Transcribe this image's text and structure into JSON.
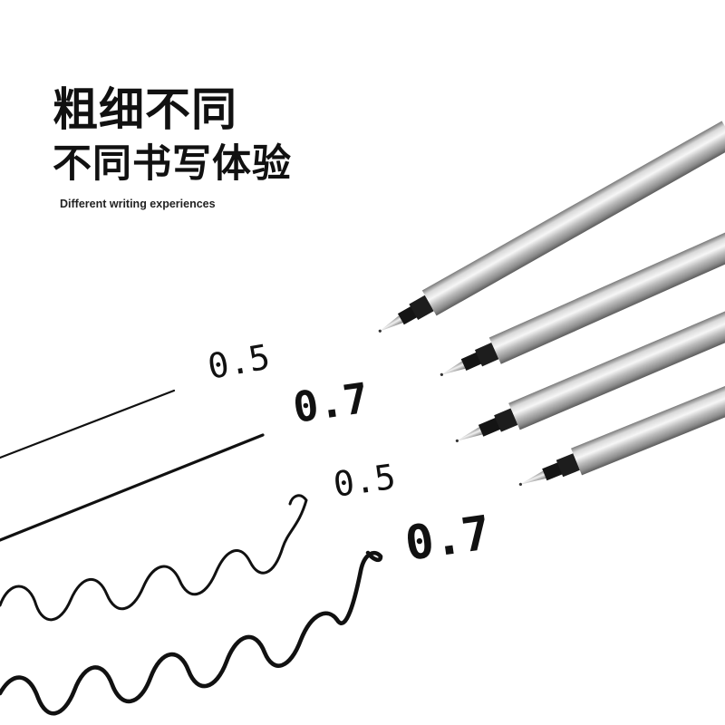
{
  "title": {
    "line1": "粗细不同",
    "line2": "不同书写体验",
    "subtitle": "Different writing experiences"
  },
  "samples": [
    {
      "label": "0.5",
      "stroke": "straight"
    },
    {
      "label": "0.7",
      "stroke": "straight"
    },
    {
      "label": "0.5",
      "stroke": "wavy"
    },
    {
      "label": "0.7",
      "stroke": "wavy"
    }
  ],
  "refills": [
    {
      "name": "refill-1"
    },
    {
      "name": "refill-2"
    },
    {
      "name": "refill-3"
    },
    {
      "name": "refill-4"
    }
  ],
  "colors": {
    "background": "#ffffff",
    "ink": "#111111",
    "barrel_light": "#e9e9e9",
    "barrel_mid": "#b8b8b8",
    "barrel_dark": "#6f6f6f",
    "collar": "#1a1a1a",
    "tip": "#c9c9c9"
  }
}
